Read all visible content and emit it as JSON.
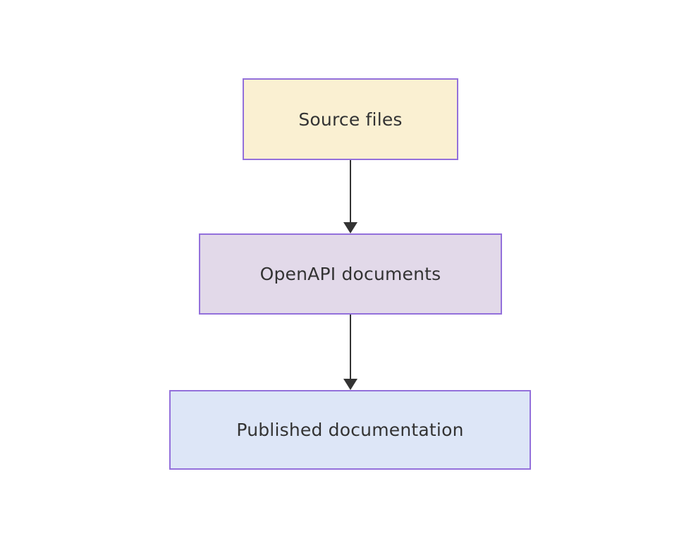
{
  "diagram": {
    "type": "flowchart",
    "direction": "top-down",
    "background": "#ffffff",
    "text_color": "#333333",
    "arrow_color": "#333333",
    "nodes": [
      {
        "id": "source-files",
        "label": "Source files",
        "fill": "#faf0d2",
        "border": "#9370db"
      },
      {
        "id": "openapi-documents",
        "label": "OpenAPI documents",
        "fill": "#e2d9e9",
        "border": "#9370db"
      },
      {
        "id": "published-documentation",
        "label": "Published documentation",
        "fill": "#dde6f7",
        "border": "#9370db"
      }
    ],
    "edges": [
      {
        "from": "source-files",
        "to": "openapi-documents"
      },
      {
        "from": "openapi-documents",
        "to": "published-documentation"
      }
    ]
  }
}
